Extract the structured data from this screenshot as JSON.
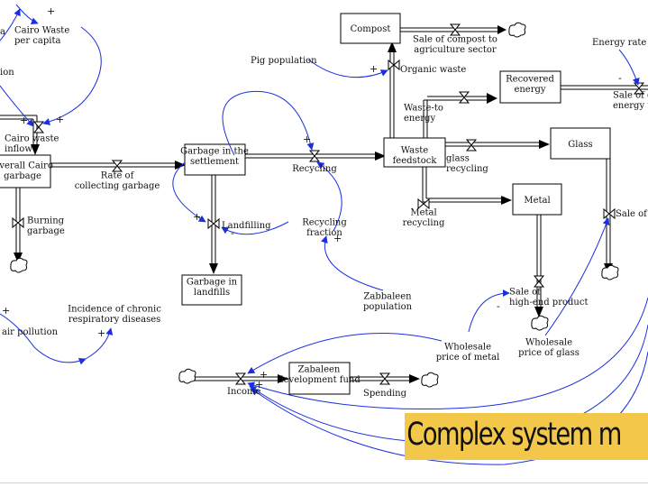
{
  "caption": "Complex system m",
  "polarity": {
    "plus": "+",
    "minus": "-"
  },
  "stocks": {
    "compost": "Compost",
    "recovered_energy": "Recovered energy",
    "glass": "Glass",
    "overall_cairo_garbage": "Overall Cairo garbage",
    "garbage_in_settlement": "Garbage in the settlement",
    "waste_feedstock": "Waste feedstock",
    "metal": "Metal",
    "garbage_in_landfills": "Garbage in landfills",
    "zabaleen_fund": "Zabaleen development fund"
  },
  "flows": {
    "sale_of_compost": "Sale of compost to agriculture sector",
    "organic_waste": "Organic waste",
    "waste_to_energy": "Waste-to energy",
    "cairo_waste_inflow": "Cairo waste inflow",
    "rate_of_collecting": "Rate of collecting garbage",
    "recycling": "Recycling",
    "glass_recycling": "glass recycling",
    "burning_garbage": "Burning garbage",
    "landfilling": "Landfilling",
    "metal_recycling": "Metal recycling",
    "sale_of_glass_cut": "Sale of r",
    "sale_of_energy_cut": "Sale of e... energy to th",
    "sale_high_end": "Sale of high-end product",
    "income": "Income",
    "spending": "Spending"
  },
  "variables": {
    "cairo_waste_per_capita": "Cairo Waste per capita",
    "pig_population": "Pig population",
    "energy_rate": "Energy rate",
    "ion_fragment": "ion",
    "a_fragment": "a",
    "recycling_fraction": "Recycling fraction",
    "zabbaleen_population": "Zabbaleen population",
    "incidence_chronic": "Incidence of chronic respiratory diseases",
    "air_pollution": "air pollution",
    "wholesale_price_metal": "Wholesale price of metal",
    "wholesale_price_glass": "Wholesale price of glass"
  }
}
